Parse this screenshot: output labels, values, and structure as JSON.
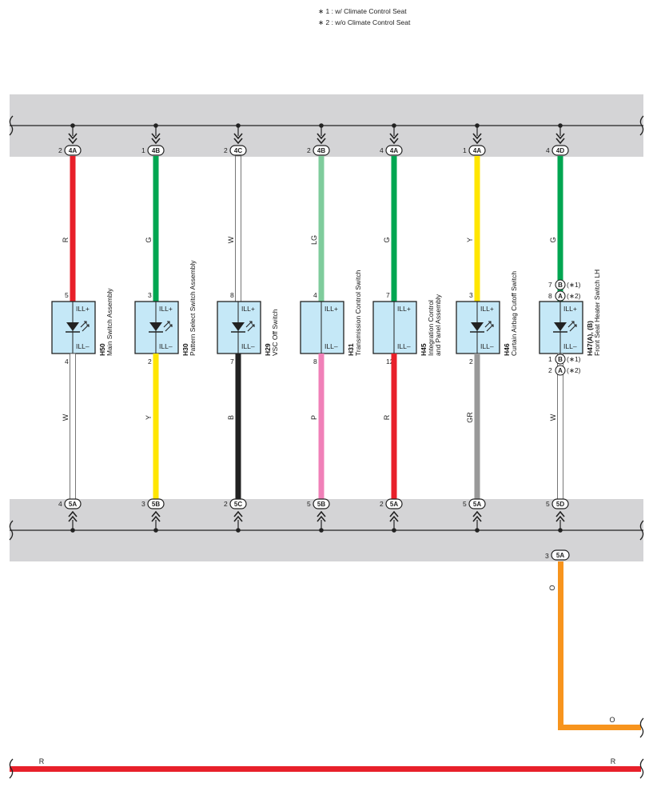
{
  "notes": [
    "∗ 1 : w/ Climate Control Seat",
    "∗ 2 : w/o Climate Control Seat"
  ],
  "columns": [
    {
      "top_pin": "2",
      "top_conn": "4A",
      "top_color": "#e8202a",
      "top_label": "R",
      "comp_code": "H50",
      "comp_name": "Main Switch Assembly",
      "comp_name2": "",
      "pin_plus": "5",
      "pin_minus": "4",
      "has_led": true,
      "bot_color": "#ffffff",
      "bot_label": "W",
      "bot_pin": "4",
      "bot_conn": "5A"
    },
    {
      "top_pin": "1",
      "top_conn": "4B",
      "top_color": "#00a651",
      "top_label": "G",
      "comp_code": "H30",
      "comp_name": "Pattern Select Switch Assembly",
      "comp_name2": "",
      "pin_plus": "3",
      "pin_minus": "2",
      "has_led": true,
      "bot_color": "#ffe600",
      "bot_label": "Y",
      "bot_pin": "3",
      "bot_conn": "5B"
    },
    {
      "top_pin": "2",
      "top_conn": "4C",
      "top_color": "#ffffff",
      "top_label": "W",
      "comp_code": "H29",
      "comp_name": "VSC Off Switch",
      "comp_name2": "",
      "pin_plus": "8",
      "pin_minus": "7",
      "has_led": true,
      "bot_color": "#222222",
      "bot_label": "B",
      "bot_pin": "2",
      "bot_conn": "5C"
    },
    {
      "top_pin": "2",
      "top_conn": "4B",
      "top_color": "#7fcc9c",
      "top_label": "LG",
      "comp_code": "H31",
      "comp_name": "Transmission Control Switch",
      "comp_name2": "",
      "pin_plus": "4",
      "pin_minus": "8",
      "has_led": false,
      "bot_color": "#f080b8",
      "bot_label": "P",
      "bot_pin": "5",
      "bot_conn": "5B"
    },
    {
      "top_pin": "4",
      "top_conn": "4A",
      "top_color": "#00a651",
      "top_label": "G",
      "comp_code": "H45",
      "comp_name": "Integration Control",
      "comp_name2": "and Panel Assembly",
      "pin_plus": "7",
      "pin_minus": "12",
      "has_led": false,
      "bot_color": "#e8202a",
      "bot_label": "R",
      "bot_pin": "2",
      "bot_conn": "5A"
    },
    {
      "top_pin": "1",
      "top_conn": "4A",
      "top_color": "#ffe600",
      "top_label": "Y",
      "comp_code": "H46",
      "comp_name": "Curtain Airbag Cutoff Switch",
      "comp_name2": "",
      "pin_plus": "3",
      "pin_minus": "2",
      "has_led": true,
      "bot_color": "#999999",
      "bot_label": "GR",
      "bot_pin": "5",
      "bot_conn": "5A"
    },
    {
      "top_pin": "4",
      "top_conn": "4D",
      "top_color": "#00a651",
      "top_label": "G",
      "comp_code": "H47(A), (B)",
      "comp_name": "Front Seat Heater Switch LH",
      "comp_name2": "",
      "pin_plus": "",
      "pin_minus": "",
      "has_led": true,
      "bot_color": "#ffffff",
      "bot_label": "W",
      "bot_pin": "5",
      "bot_conn": "5D"
    }
  ],
  "box": {
    "plus": "ILL+",
    "minus": "ILL–"
  },
  "h47_pins": {
    "plus": [
      {
        "pin": "7",
        "letter": "B",
        "cond": "(∗1)"
      },
      {
        "pin": "8",
        "letter": "A",
        "cond": "(∗2)"
      }
    ],
    "minus": [
      {
        "pin": "1",
        "letter": "B",
        "cond": "(∗1)"
      },
      {
        "pin": "2",
        "letter": "A",
        "cond": "(∗2)"
      }
    ]
  },
  "out_wire": {
    "pin": "3",
    "conn": "5A",
    "label_v": "O",
    "label_h": "O",
    "color": "#f7941d"
  },
  "bottom_wire": {
    "label_left": "R",
    "label_right": "R",
    "color": "#e8202a"
  }
}
